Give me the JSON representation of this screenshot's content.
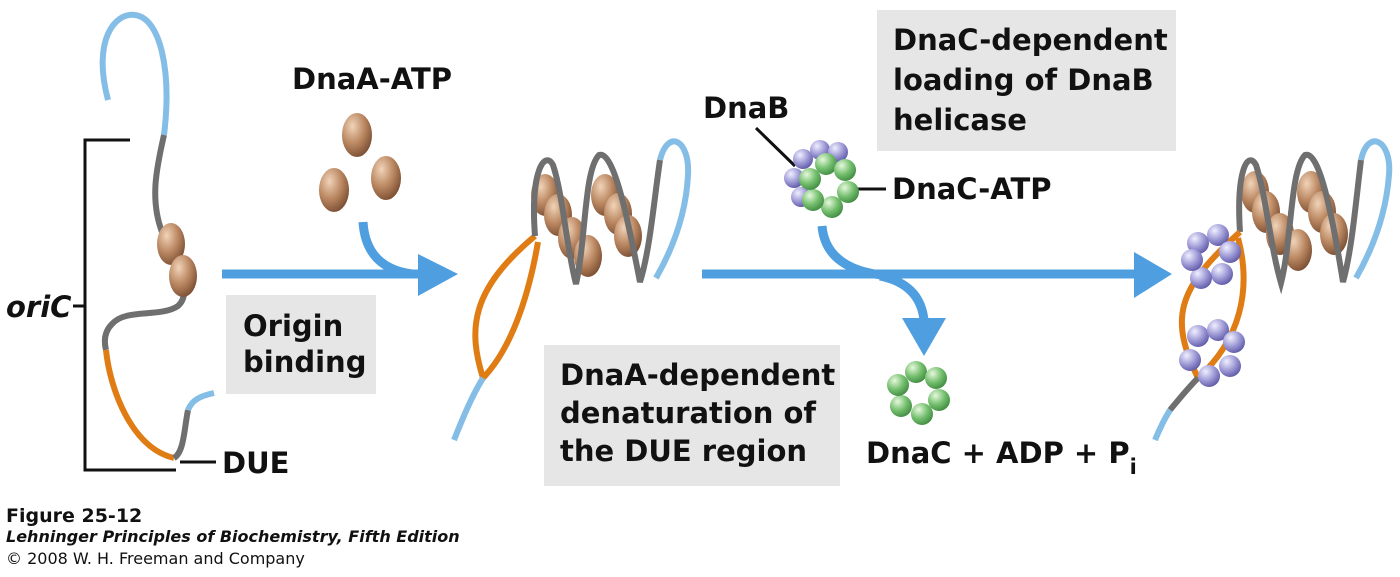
{
  "labels": {
    "oric": "oriC",
    "due": "DUE",
    "dnaa_atp": "DnaA-ATP",
    "dnab": "DnaB",
    "dnac_atp": "DnaC-ATP",
    "dnac_products": "DnaC + ADP + P",
    "dnac_products_sub": "i"
  },
  "boxes": {
    "origin_binding": [
      "Origin",
      "binding"
    ],
    "denaturation": [
      "DnaA-dependent",
      "denaturation of",
      "the DUE region"
    ],
    "loading": [
      "DnaC-dependent",
      "loading of DnaB",
      "helicase"
    ]
  },
  "caption": {
    "figure": "Figure 25-12",
    "book": "Lehninger Principles of Biochemistry, Fifth Edition",
    "copyright": "© 2008 W. H. Freeman and Company"
  },
  "colors": {
    "dna_light": "#84bde6",
    "dna_gray": "#6f6f6f",
    "due_orange": "#df7c14",
    "arrow_blue": "#4f9fe0",
    "dnaa_brown": "#a87856",
    "dnab_green": "#74bf6e",
    "dnac_purple": "#9e9ad6",
    "box_gray": "#e6e6e6"
  }
}
